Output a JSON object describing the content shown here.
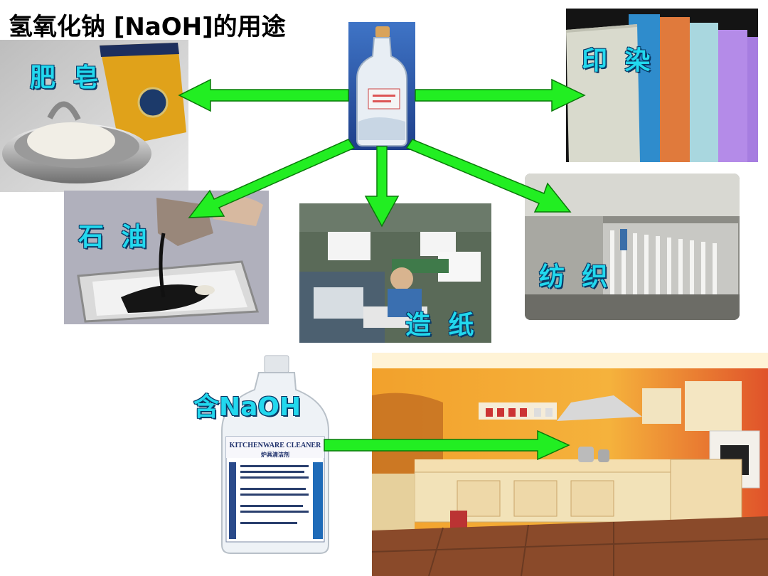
{
  "title": "氢氧化钠 [NaOH]的用途",
  "labels": {
    "soap": "肥 皂",
    "dyeing": "印 染",
    "petroleum": "石 油",
    "paper": "造 纸",
    "textile": "纺 织",
    "cleaner": "含NaOH"
  },
  "cleaner_bottle": {
    "brand": "KITCHENWARE CLEANER",
    "cn_name": "炉具清洁剂"
  },
  "colors": {
    "arrow": "#22ee22",
    "arrow_outline": "#0a7a0a",
    "label_text": "#22d8ee",
    "label_outline": "#0a3a66"
  }
}
